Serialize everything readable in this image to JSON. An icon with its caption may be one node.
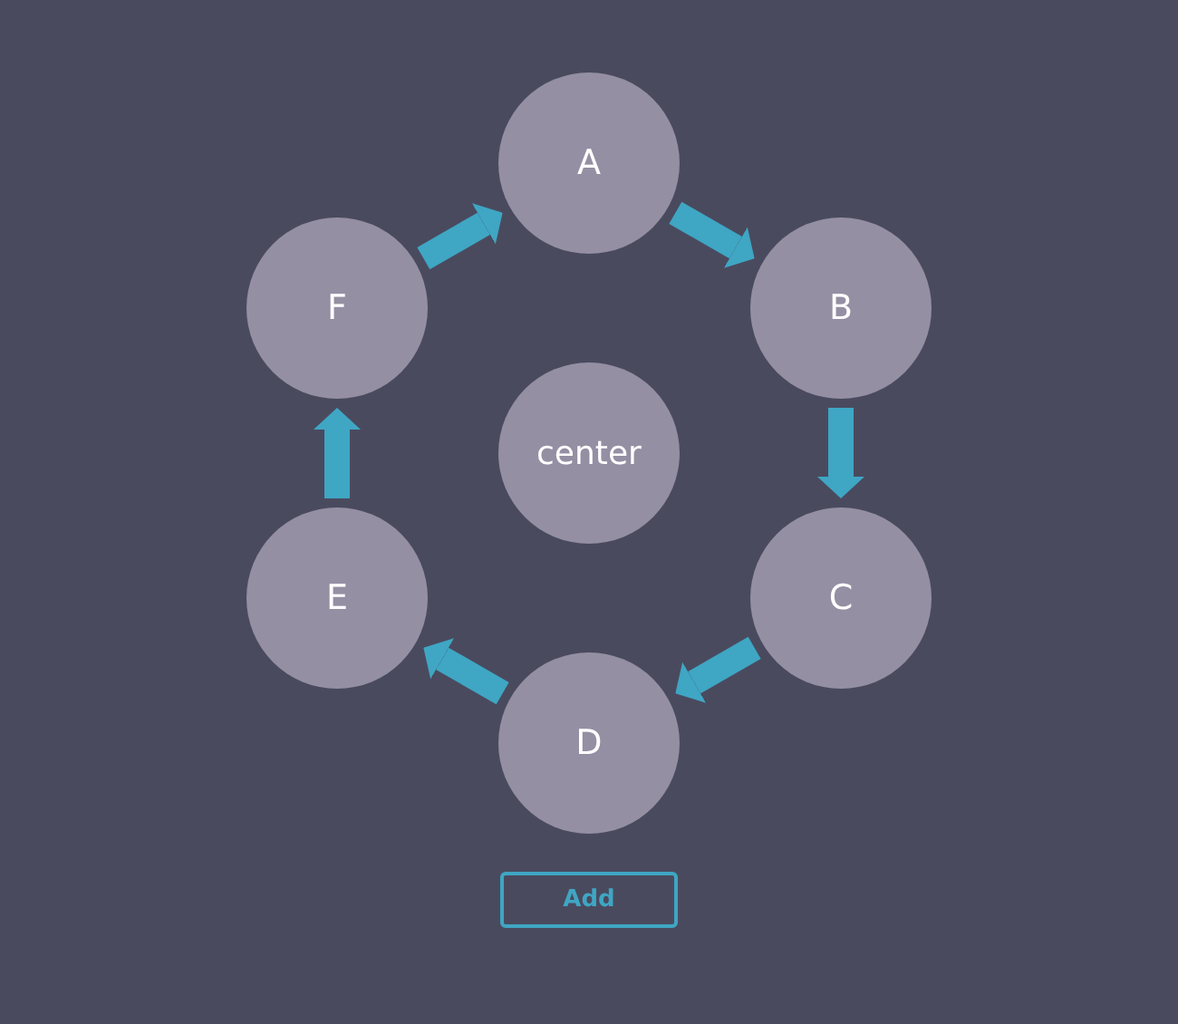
{
  "diagram": {
    "nodes": [
      {
        "text": [
          "A"
        ]
      },
      {
        "text": [
          "B"
        ]
      },
      {
        "text": [
          "C"
        ]
      },
      {
        "text": [
          "D"
        ]
      },
      {
        "text": [
          "E"
        ]
      },
      {
        "text": [
          "F"
        ]
      },
      {
        "text": [
          "center"
        ]
      }
    ],
    "edges": [
      {
        "from": 0,
        "to": 1,
        "arrow": "to"
      },
      {
        "from": 1,
        "to": 2,
        "arrow": "to"
      },
      {
        "from": 2,
        "to": 3,
        "arrow": "to"
      },
      {
        "from": 3,
        "to": 4,
        "arrow": "to"
      },
      {
        "from": 4,
        "to": 5,
        "arrow": "to"
      },
      {
        "from": 5,
        "to": 0,
        "arrow": "to"
      }
    ],
    "labels": [
      "Add"
    ]
  }
}
